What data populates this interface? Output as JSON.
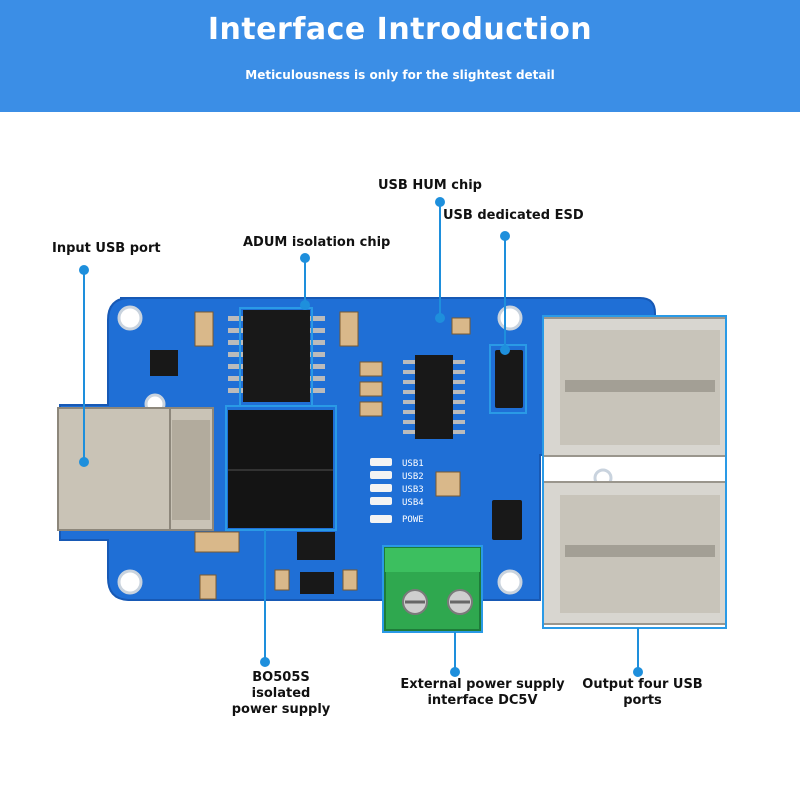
{
  "header": {
    "title": "Interface Introduction",
    "subtitle": "Meticulousness is only for the slightest detail"
  },
  "callouts": {
    "input_usb": "Input USB port",
    "adum": "ADUM isolation chip",
    "usb_hub": "USB HUM chip",
    "esd": "USB dedicated ESD",
    "bo505s_line1": "BO505S isolated",
    "bo505s_line2": "power supply",
    "ext_power_line1": "External power supply",
    "ext_power_line2": "interface DC5V",
    "output_line1": "Output four USB",
    "output_line2": "ports"
  },
  "silkscreen": {
    "usb1": "USB1",
    "usb2": "USB2",
    "usb3": "USB3",
    "usb4": "USB4",
    "power": "POWE"
  },
  "colors": {
    "banner": "#3b8ee6",
    "pcb": "#1f6fd6",
    "callout": "#1e8fdc",
    "terminal": "#2fa84f"
  }
}
